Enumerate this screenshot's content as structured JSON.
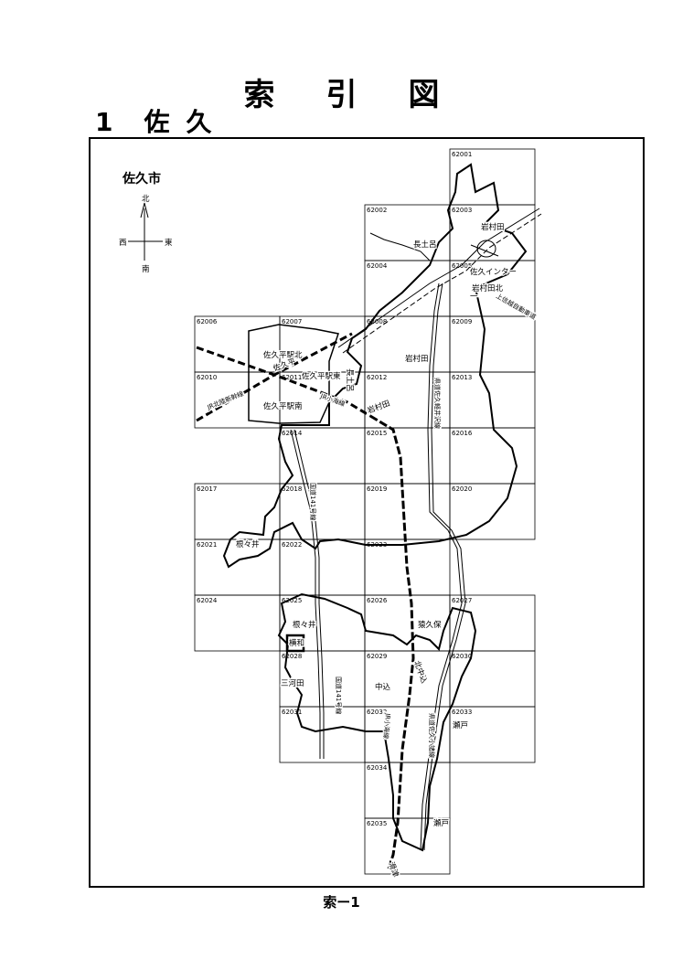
{
  "header": {
    "title": "索引図",
    "section_number": "1",
    "section_name": "佐久"
  },
  "map": {
    "city_label": "佐久市",
    "compass": {
      "north": "北",
      "south": "南",
      "east": "東",
      "west": "西"
    },
    "grid_cells": [
      {
        "id": "62001",
        "col": 3,
        "row": 0
      },
      {
        "id": "62002",
        "col": 2,
        "row": 1
      },
      {
        "id": "62003",
        "col": 3,
        "row": 1
      },
      {
        "id": "62004",
        "col": 2,
        "row": 2
      },
      {
        "id": "62005",
        "col": 3,
        "row": 2
      },
      {
        "id": "62006",
        "col": 0,
        "row": 3
      },
      {
        "id": "62007",
        "col": 1,
        "row": 3
      },
      {
        "id": "62008",
        "col": 2,
        "row": 3
      },
      {
        "id": "62009",
        "col": 3,
        "row": 3
      },
      {
        "id": "62010",
        "col": 0,
        "row": 4
      },
      {
        "id": "62011",
        "col": 1,
        "row": 4
      },
      {
        "id": "62012",
        "col": 2,
        "row": 4
      },
      {
        "id": "62013",
        "col": 3,
        "row": 4
      },
      {
        "id": "62014",
        "col": 1,
        "row": 5
      },
      {
        "id": "62015",
        "col": 2,
        "row": 5
      },
      {
        "id": "62016",
        "col": 3,
        "row": 5
      },
      {
        "id": "62017",
        "col": 0,
        "row": 6
      },
      {
        "id": "62018",
        "col": 1,
        "row": 6
      },
      {
        "id": "62019",
        "col": 2,
        "row": 6
      },
      {
        "id": "62020",
        "col": 3,
        "row": 6
      },
      {
        "id": "62021",
        "col": 0,
        "row": 7
      },
      {
        "id": "62022",
        "col": 1,
        "row": 7
      },
      {
        "id": "62023",
        "col": 2,
        "row": 7
      },
      {
        "id": "62024",
        "col": 0,
        "row": 8
      },
      {
        "id": "62025",
        "col": 1,
        "row": 8
      },
      {
        "id": "62026",
        "col": 2,
        "row": 8
      },
      {
        "id": "62027",
        "col": 3,
        "row": 8
      },
      {
        "id": "62028",
        "col": 1,
        "row": 9
      },
      {
        "id": "62029",
        "col": 2,
        "row": 9
      },
      {
        "id": "62030",
        "col": 3,
        "row": 9
      },
      {
        "id": "62031",
        "col": 1,
        "row": 10
      },
      {
        "id": "62032",
        "col": 2,
        "row": 10
      },
      {
        "id": "62033",
        "col": 3,
        "row": 10
      },
      {
        "id": "62034",
        "col": 2,
        "row": 11
      },
      {
        "id": "62035",
        "col": 2,
        "row": 12
      }
    ],
    "place_labels": [
      {
        "id": "nagatoro",
        "text": "長土呂"
      },
      {
        "id": "iwamurada-top",
        "text": "岩村田"
      },
      {
        "id": "saku-ic",
        "text": "佐久インター"
      },
      {
        "id": "iwamurada-kita",
        "text": "岩村田北"
      },
      {
        "id": "iwamurada-kita-num",
        "text": "一"
      },
      {
        "id": "sakudaira-eki-kita",
        "text": "佐久平駅北"
      },
      {
        "id": "sakudaira-eki-higashi",
        "text": "佐久平駅東"
      },
      {
        "id": "sakudaira-eki-minami",
        "text": "佐久平駅南"
      },
      {
        "id": "sakudaira-station",
        "text": "佐久平"
      },
      {
        "id": "iwamurada-mid",
        "text": "岩村田"
      },
      {
        "id": "nagatoro-small",
        "text": "長土呂"
      },
      {
        "id": "iwamurada-station",
        "text": "岩村田"
      },
      {
        "id": "nenoi-west",
        "text": "根々井"
      },
      {
        "id": "nenoi",
        "text": "根々井"
      },
      {
        "id": "sarukubo",
        "text": "猿久保"
      },
      {
        "id": "yokowa",
        "text": "横和"
      },
      {
        "id": "mikawada",
        "text": "三河田"
      },
      {
        "id": "nakagomi",
        "text": "中込"
      },
      {
        "id": "kitanakagomi",
        "text": "北中込"
      },
      {
        "id": "seto-1",
        "text": "瀬戸"
      },
      {
        "id": "seto-2",
        "text": "瀬戸"
      },
      {
        "id": "takiro",
        "text": "滑津"
      }
    ],
    "route_labels": [
      {
        "id": "joshinetsu-expressway",
        "text": "上信越自動車道"
      },
      {
        "id": "prefectural-road",
        "text": "県道佐久軽井沢線"
      },
      {
        "id": "national-route-141-a",
        "text": "国道141号線"
      },
      {
        "id": "national-route-141-b",
        "text": "国道141号線"
      },
      {
        "id": "jr-hokuriku-shinkansen",
        "text": "JR北陸新幹線"
      },
      {
        "id": "jr-koumi-line-a",
        "text": "JR小海線"
      },
      {
        "id": "jr-koumi-line-b",
        "text": "JR小海線"
      },
      {
        "id": "kamigata-road",
        "text": "県道佐久小諸線"
      }
    ]
  },
  "footer": {
    "page_label": "索ー1"
  }
}
